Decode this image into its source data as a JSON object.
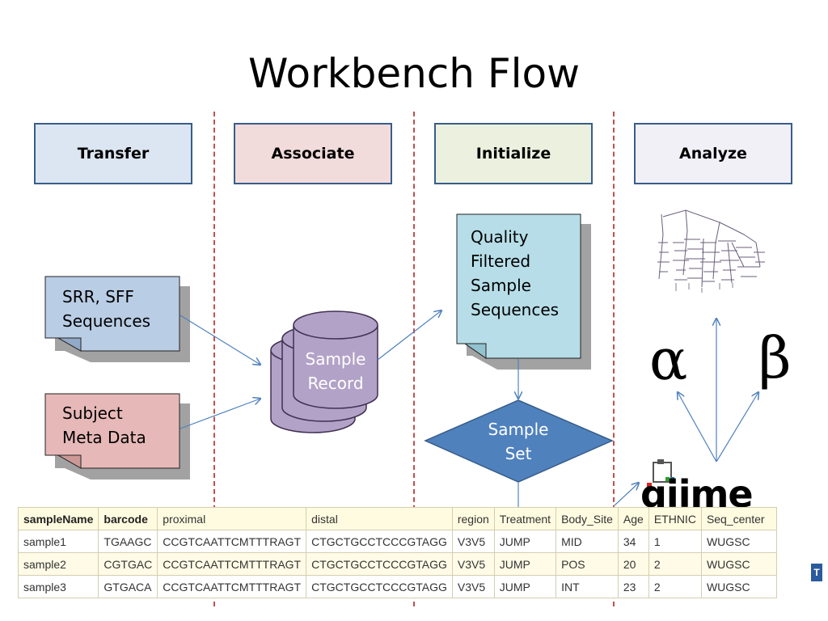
{
  "title": "Workbench Flow",
  "stages": [
    {
      "label": "Transfer",
      "fill": "#dce6f2"
    },
    {
      "label": "Associate",
      "fill": "#f2dcdb"
    },
    {
      "label": "Initialize",
      "fill": "#ebf1de"
    },
    {
      "label": "Analyze",
      "fill": "#f1f0f7"
    }
  ],
  "inputs": {
    "srr": {
      "line1": "SRR, SFF",
      "line2": "Sequences"
    },
    "meta": {
      "line1": "Subject",
      "line2": "Meta Data"
    }
  },
  "record": {
    "line1": "Sample",
    "line2": "Record"
  },
  "quality": {
    "lines": [
      "Quality",
      "Filtered",
      "Sample",
      "Sequences"
    ]
  },
  "sample_set": {
    "line1": "Sample",
    "line2": "Set"
  },
  "analysis": {
    "alpha": "α",
    "beta": "β",
    "qiime_logo_text": "qiime"
  },
  "table": {
    "headers": [
      "sampleName",
      "barcode",
      "proximal",
      "distal",
      "region",
      "Treatment",
      "Body_Site",
      "Age",
      "ETHNIC",
      "Seq_center"
    ],
    "rows": [
      [
        "sample1",
        "TGAAGC",
        "CCGTCAATTCMTTTRAGT",
        "CTGCTGCCTCCCGTAGG",
        "V3V5",
        "JUMP",
        "MID",
        "34",
        "1",
        "WUGSC"
      ],
      [
        "sample2",
        "CGTGAC",
        "CCGTCAATTCMTTTRAGT",
        "CTGCTGCCTCCCGTAGG",
        "V3V5",
        "JUMP",
        "POS",
        "20",
        "2",
        "WUGSC"
      ],
      [
        "sample3",
        "GTGACA",
        "CCGTCAATTCMTTTRAGT",
        "CTGCTGCCTCCCGTAGG",
        "V3V5",
        "JUMP",
        "INT",
        "23",
        "2",
        "WUGSC"
      ]
    ]
  },
  "edge_button": "T",
  "colors": {
    "divider": "#c0504d",
    "stage_border": "#385d8a",
    "arrow": "#4f81bd",
    "doc_blue": "#b9cde5",
    "doc_pink": "#e6b9b8",
    "doc_cyan": "#b7dee8",
    "cylinder": "#b3a2c7",
    "diamond": "#4f81bd"
  }
}
